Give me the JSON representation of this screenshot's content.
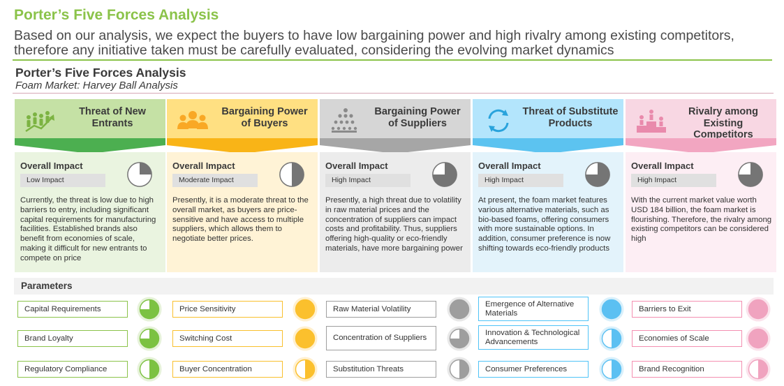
{
  "header": {
    "title": "Porter’s Five Forces Analysis",
    "subtitle": "Based on our analysis, we expect the buyers to have low bargaining power and high rivalry among existing competitors, therefore any initiative taken must be carefully evaluated, considering the evolving market dynamics"
  },
  "section": {
    "title": "Porter’s Five Forces Analysis",
    "subtitle": "Foam Market: Harvey Ball Analysis"
  },
  "overall_label": "Overall Impact",
  "colors": {
    "green": "#8BC34A",
    "yellow": "#FBC02D",
    "gray": "#9E9E9E",
    "blue": "#4FC3F7",
    "pink": "#F48FB1"
  },
  "forces": [
    {
      "id": "new-entrants",
      "title": "Threat of New Entrants",
      "icon": "growth-people-icon",
      "impact": "Low Impact",
      "harvey_fill": 0.25,
      "text": "Currently, the threat is low due to high barriers to entry, including significant capital requirements for manufacturing facilities. Established brands also benefit from economies of scale, making it difficult for new entrants to compete on price"
    },
    {
      "id": "buyers",
      "title": "Bargaining Power of Buyers",
      "icon": "customer-group-icon",
      "impact": "Moderate Impact",
      "harvey_fill": 0.5,
      "text": "Presently, it is a moderate threat to the overall market, as buyers are price-sensitive and have access to multiple suppliers, which allows them to negotiate better prices."
    },
    {
      "id": "suppliers",
      "title": "Bargaining Power of Suppliers",
      "icon": "supplier-network-icon",
      "impact": "High Impact",
      "harvey_fill": 0.75,
      "text": "Presently, a high threat due to volatility in raw material prices and the concentration of suppliers can impact costs and profitability. Thus, suppliers offering high-quality or eco-friendly materials, have more bargaining power"
    },
    {
      "id": "substitutes",
      "title": "Threat of Substitute Products",
      "icon": "cycle-arrows-icon",
      "impact": "High Impact",
      "harvey_fill": 0.75,
      "text": "At present, the foam market features various alternative materials, such as bio-based foams, offering consumers with more sustainable options. In addition, consumer preference is now shifting towards eco-friendly products"
    },
    {
      "id": "rivalry",
      "title": "Rivalry among Existing Competitors",
      "icon": "podium-icon",
      "impact": "High Impact",
      "harvey_fill": 0.75,
      "text": "With the current market value worth USD 184 billion, the foam market is flourishing. Therefore, the rivalry among existing competitors can be considered high"
    }
  ],
  "parameters_label": "Parameters",
  "parameters": [
    [
      {
        "label": "Capital Requirements",
        "fill": 0.75
      },
      {
        "label": "Brand Loyalty",
        "fill": 0.75
      },
      {
        "label": "Regulatory Compliance",
        "fill": 0.5
      }
    ],
    [
      {
        "label": "Price Sensitivity",
        "fill": 1
      },
      {
        "label": "Switching Cost",
        "fill": 1
      },
      {
        "label": "Buyer Concentration",
        "fill": 0.5
      }
    ],
    [
      {
        "label": "Raw Material Volatility",
        "fill": 1
      },
      {
        "label": "Concentration of Suppliers",
        "fill": 0.75
      },
      {
        "label": "Substitution Threats",
        "fill": 0.5
      }
    ],
    [
      {
        "label": "Emergence of Alternative Materials",
        "fill": 1
      },
      {
        "label": "Innovation & Technological Advancements",
        "fill": 0.5
      },
      {
        "label": "Consumer Preferences",
        "fill": 0.5
      }
    ],
    [
      {
        "label": "Barriers to Exit",
        "fill": 1
      },
      {
        "label": "Economies of Scale",
        "fill": 1
      },
      {
        "label": "Brand Recognition",
        "fill": 0.5
      }
    ]
  ]
}
